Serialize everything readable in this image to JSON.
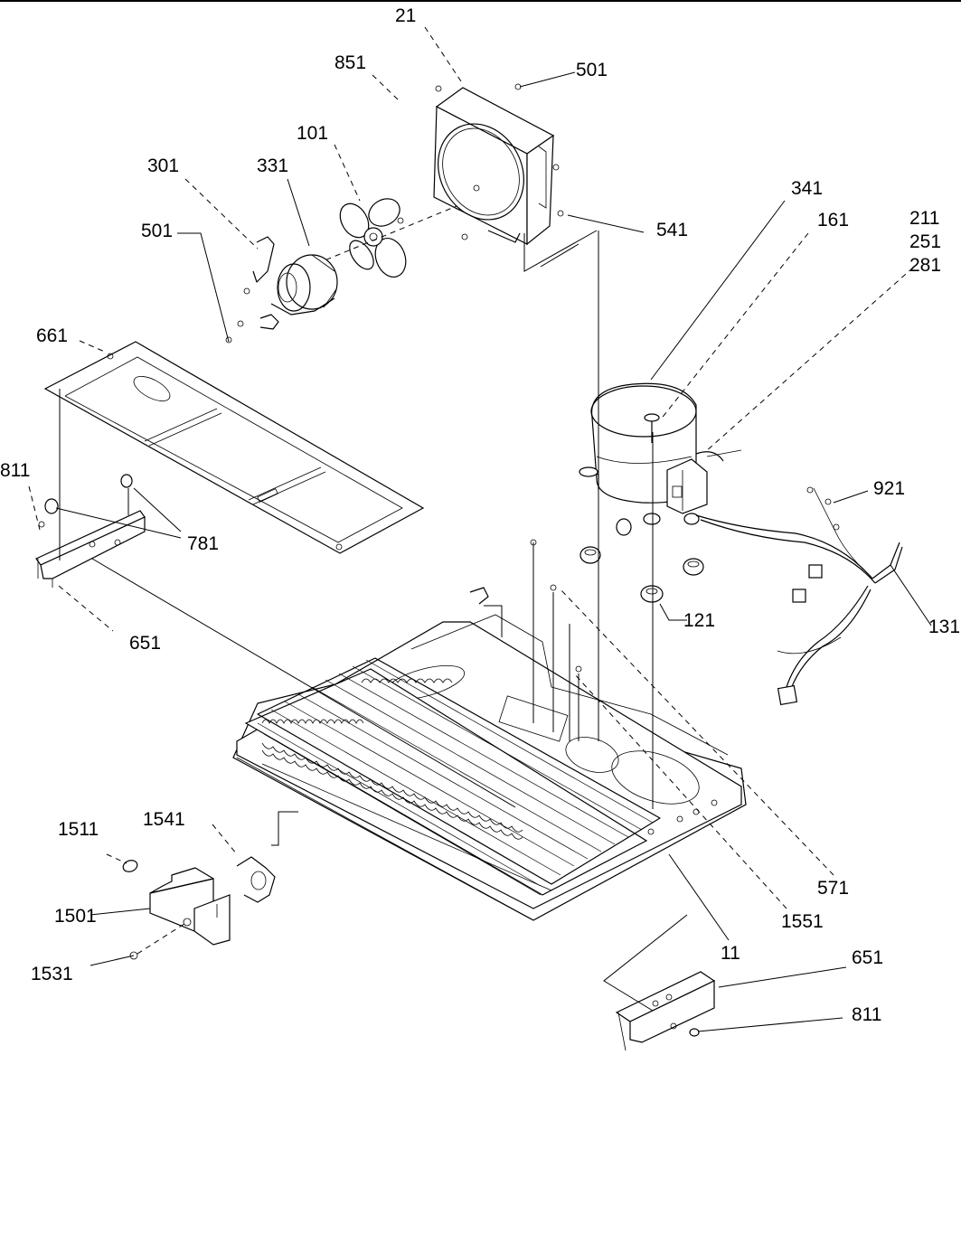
{
  "labels": {
    "p21": "21",
    "p851": "851",
    "p501a": "501",
    "p101": "101",
    "p301": "301",
    "p331": "331",
    "p501b": "501",
    "p541": "541",
    "p341": "341",
    "p161": "161",
    "p211": "211",
    "p251": "251",
    "p281": "281",
    "p661": "661",
    "p811a": "811",
    "p781": "781",
    "p651a": "651",
    "p921": "921",
    "p121": "121",
    "p131": "131",
    "p1511": "1511",
    "p1541": "1541",
    "p1501": "1501",
    "p1531": "1531",
    "p571": "571",
    "p1551": "1551",
    "p11": "11",
    "p651b": "651",
    "p811b": "811"
  }
}
